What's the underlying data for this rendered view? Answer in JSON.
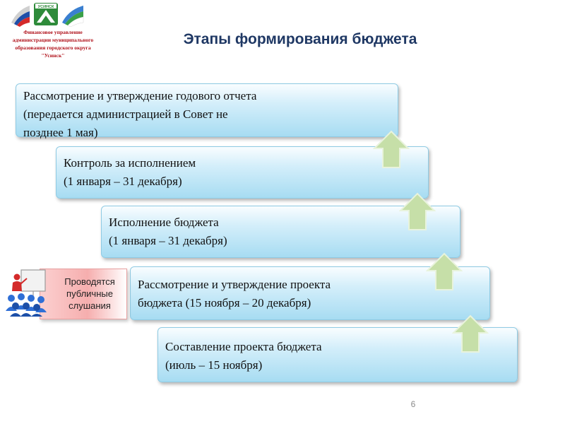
{
  "header": {
    "logo_caption": [
      "Финансовое управление",
      "администрации муниципального",
      "образования городского округа",
      "\"Усинск\""
    ],
    "emblem_text": "УСИНСК"
  },
  "title": "Этапы формирования бюджета",
  "steps": [
    {
      "lines": [
        "Рассмотрение и утверждение годового отчета",
        "(передается администрацией в Совет не",
        "позднее 1 мая)"
      ]
    },
    {
      "lines": [
        "Контроль за исполнением",
        "(1 января – 31 декабря)"
      ]
    },
    {
      "lines": [
        "Исполнение бюджета",
        "(1 января – 31 декабря)"
      ]
    },
    {
      "lines": [
        "Рассмотрение и утверждение проекта",
        "бюджета (15 ноября – 20 декабря)"
      ]
    },
    {
      "lines": [
        "Составление проекта бюджета",
        "(июль – 15 ноября)"
      ]
    }
  ],
  "public_hearings": {
    "lines": [
      "Проводятся",
      "публичные",
      "слушания"
    ]
  },
  "colors": {
    "step_fill": "#a7dcf2",
    "arrow_fill": "#c6dfa8",
    "title": "#1f3864",
    "hearing_fill": "#f6aeae"
  },
  "page_number": "6"
}
